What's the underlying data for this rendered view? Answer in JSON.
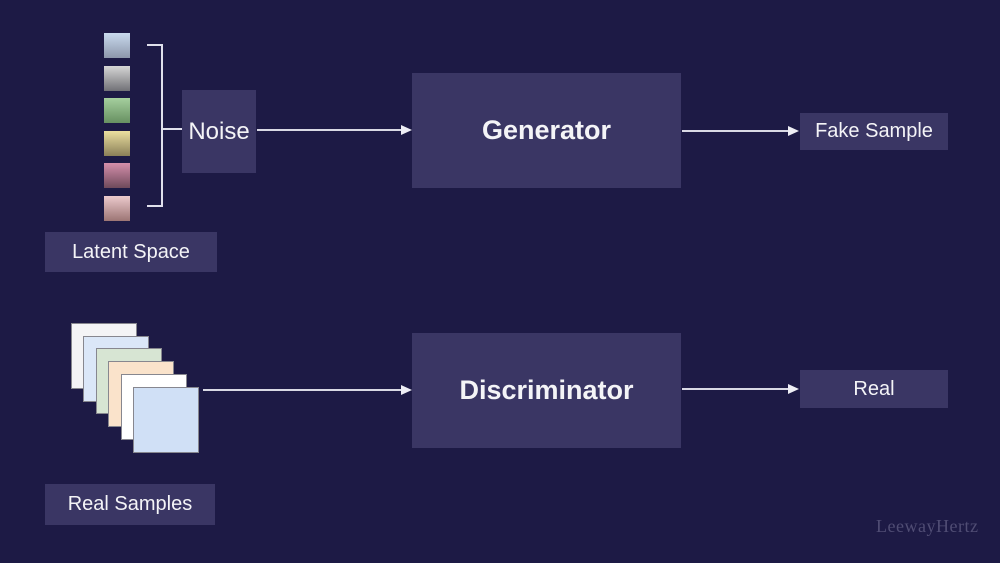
{
  "background_color": "#1d1a45",
  "accent": {
    "box_fill": "#3a3664",
    "text_color": "#f4f4f7",
    "arrow_color": "#d9d9e4",
    "watermark_color": "#504d74"
  },
  "latent_space": {
    "label": "Latent Space",
    "squares": [
      {
        "name": "blue",
        "top": "#c9daee",
        "bottom": "#8d97ab"
      },
      {
        "name": "gray",
        "top": "#d6d6d6",
        "bottom": "#717176"
      },
      {
        "name": "green",
        "top": "#a5cf9e",
        "bottom": "#679061"
      },
      {
        "name": "yellow",
        "top": "#ebdf9f",
        "bottom": "#8a7f58"
      },
      {
        "name": "pink",
        "top": "#d58fab",
        "bottom": "#6f4a5b"
      },
      {
        "name": "rose",
        "top": "#eccacd",
        "bottom": "#9c7574"
      }
    ]
  },
  "noise": {
    "label": "Noise"
  },
  "generator": {
    "label": "Generator"
  },
  "fake_sample": {
    "label": "Fake Sample"
  },
  "real_samples": {
    "label": "Real Samples",
    "cards": [
      {
        "name": "white-gray",
        "fill": "#f4f4f6"
      },
      {
        "name": "light-blue",
        "fill": "#dbe7f8"
      },
      {
        "name": "light-green",
        "fill": "#d7e5d3"
      },
      {
        "name": "peach",
        "fill": "#fae3cb"
      },
      {
        "name": "white",
        "fill": "#ffffff"
      },
      {
        "name": "blue",
        "fill": "#d0e0f6"
      }
    ]
  },
  "discriminator": {
    "label": "Discriminator"
  },
  "real": {
    "label": "Real"
  },
  "watermark": "LeewayHertz"
}
